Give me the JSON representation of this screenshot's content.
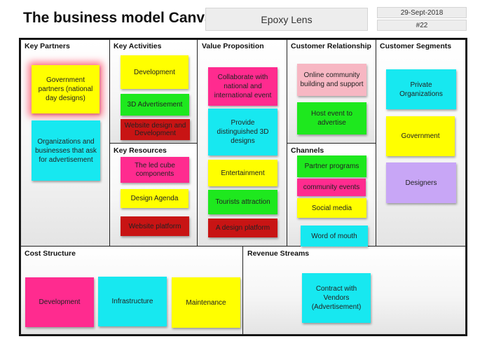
{
  "title": "The business model Canvas",
  "project": "Epoxy Lens",
  "date": "29-Sept-2018",
  "number": "#22",
  "sections": {
    "key_partners": "Key Partners",
    "key_activities": "Key Activities",
    "key_resources": "Key Resources",
    "value_proposition": "Value Proposition",
    "customer_relationship": "Customer Relationship",
    "channels": "Channels",
    "customer_segments": "Customer Segments",
    "cost_structure": "Cost Structure",
    "revenue_streams": "Revenue Streams"
  },
  "notes": {
    "kp1": "Government partners (national day designs)",
    "kp2": "Organizations and businesses that ask for advertisement",
    "ka1": "Development",
    "ka2": "3D Advertisement",
    "ka3": "Website design and Development",
    "kr1": "The led cube components",
    "kr2": "Design Agenda",
    "kr3": "Website platform",
    "vp1": "Collaborate with national and international event",
    "vp2": "Provide distinguished 3D designs",
    "vp3": "Entertainment",
    "vp4": "Tourists attraction",
    "vp5": "A design platform",
    "cr1": "Online community building and support",
    "cr2": "Host event to advertise",
    "ch1": "Partner programs",
    "ch2": "community  events",
    "ch3": "Social media",
    "ch4": "Word of mouth",
    "cs1": "Private Organizations",
    "cs2": "Government",
    "cs3": "Designers",
    "cost1": "Development",
    "cost2": "Infrastructure",
    "cost3": "Maintenance",
    "rev1": "Contract with Vendors (Advertisement)"
  }
}
